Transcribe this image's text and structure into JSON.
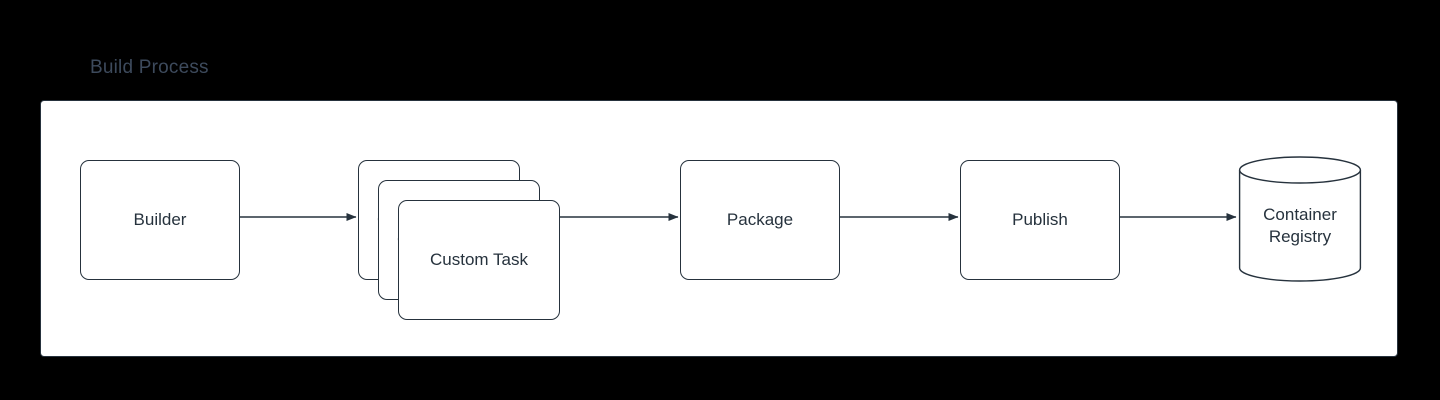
{
  "diagram": {
    "title": "Build Process",
    "background_color": "#000000",
    "container_background": "#ffffff",
    "stroke_color": "#26323d",
    "title_color": "#3d4a5c",
    "text_color": "#26323d"
  },
  "nodes": [
    {
      "id": "builder",
      "label": "Builder",
      "shape": "rounded-rect"
    },
    {
      "id": "custom-task",
      "label": "Custom Task",
      "shape": "stacked-rounded-rect",
      "stack_count": 3
    },
    {
      "id": "package",
      "label": "Package",
      "shape": "rounded-rect"
    },
    {
      "id": "publish",
      "label": "Publish",
      "shape": "rounded-rect"
    },
    {
      "id": "container-registry",
      "label": "Container\nRegistry",
      "shape": "cylinder"
    }
  ],
  "edges": [
    {
      "from": "builder",
      "to": "custom-task",
      "style": "solid-arrow"
    },
    {
      "from": "custom-task",
      "to": "package",
      "style": "solid-arrow"
    },
    {
      "from": "package",
      "to": "publish",
      "style": "solid-arrow"
    },
    {
      "from": "publish",
      "to": "container-registry",
      "style": "solid-arrow"
    }
  ]
}
